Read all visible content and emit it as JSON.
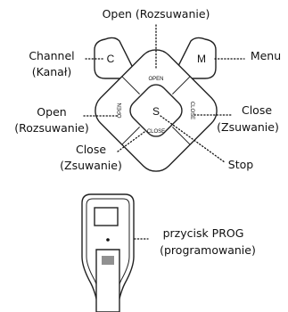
{
  "callouts": {
    "open_top": "Open (Rozsuwanie)",
    "channel_line1": "Channel",
    "channel_line2": "(Kanał)",
    "menu": "Menu",
    "open_left_line1": "Open",
    "open_left_line2": "(Rozsuwanie)",
    "close_right_line1": "Close",
    "close_right_line2": "(Zsuwanie)",
    "close_bottom_line1": "Close",
    "close_bottom_line2": "(Zsuwanie)",
    "stop": "Stop",
    "prog_line1": "przycisk PROG",
    "prog_line2": "(programowanie)"
  },
  "buttons": {
    "c": "C",
    "m": "M",
    "s": "S",
    "open_top": "OPEN",
    "open_left": "OPEN",
    "close_right": "CLOSE",
    "close_bottom": "CLOSE"
  },
  "icons": {
    "keypad": "remote-keypad-icon",
    "remote": "remote-control-icon"
  }
}
